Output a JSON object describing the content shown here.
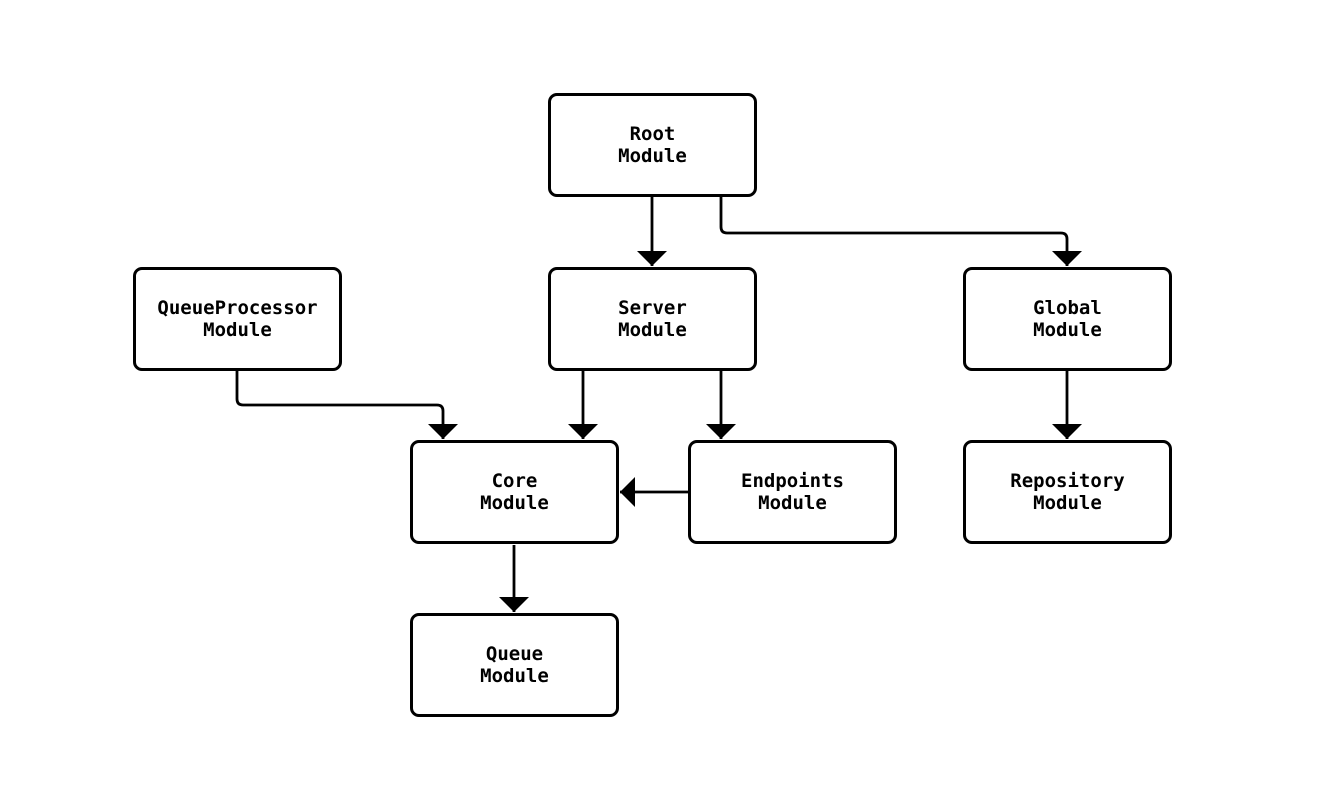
{
  "diagram": {
    "type": "flowchart",
    "direction": "top-down",
    "nodes": [
      {
        "id": "root",
        "label": "Root\nModule"
      },
      {
        "id": "queueprocessor",
        "label": "QueueProcessor\nModule"
      },
      {
        "id": "server",
        "label": "Server\nModule"
      },
      {
        "id": "global",
        "label": "Global\nModule"
      },
      {
        "id": "core",
        "label": "Core\nModule"
      },
      {
        "id": "endpoints",
        "label": "Endpoints\nModule"
      },
      {
        "id": "repository",
        "label": "Repository\nModule"
      },
      {
        "id": "queue",
        "label": "Queue\nModule"
      }
    ],
    "edges": [
      {
        "from": "root",
        "to": "server"
      },
      {
        "from": "root",
        "to": "global"
      },
      {
        "from": "queueprocessor",
        "to": "core"
      },
      {
        "from": "server",
        "to": "core"
      },
      {
        "from": "server",
        "to": "endpoints"
      },
      {
        "from": "endpoints",
        "to": "core"
      },
      {
        "from": "global",
        "to": "repository"
      },
      {
        "from": "core",
        "to": "queue"
      }
    ],
    "colors": {
      "node_border": "#000000",
      "node_fill": "#ffffff",
      "text": "#000000",
      "edge": "#000000",
      "background": "#ffffff"
    }
  }
}
